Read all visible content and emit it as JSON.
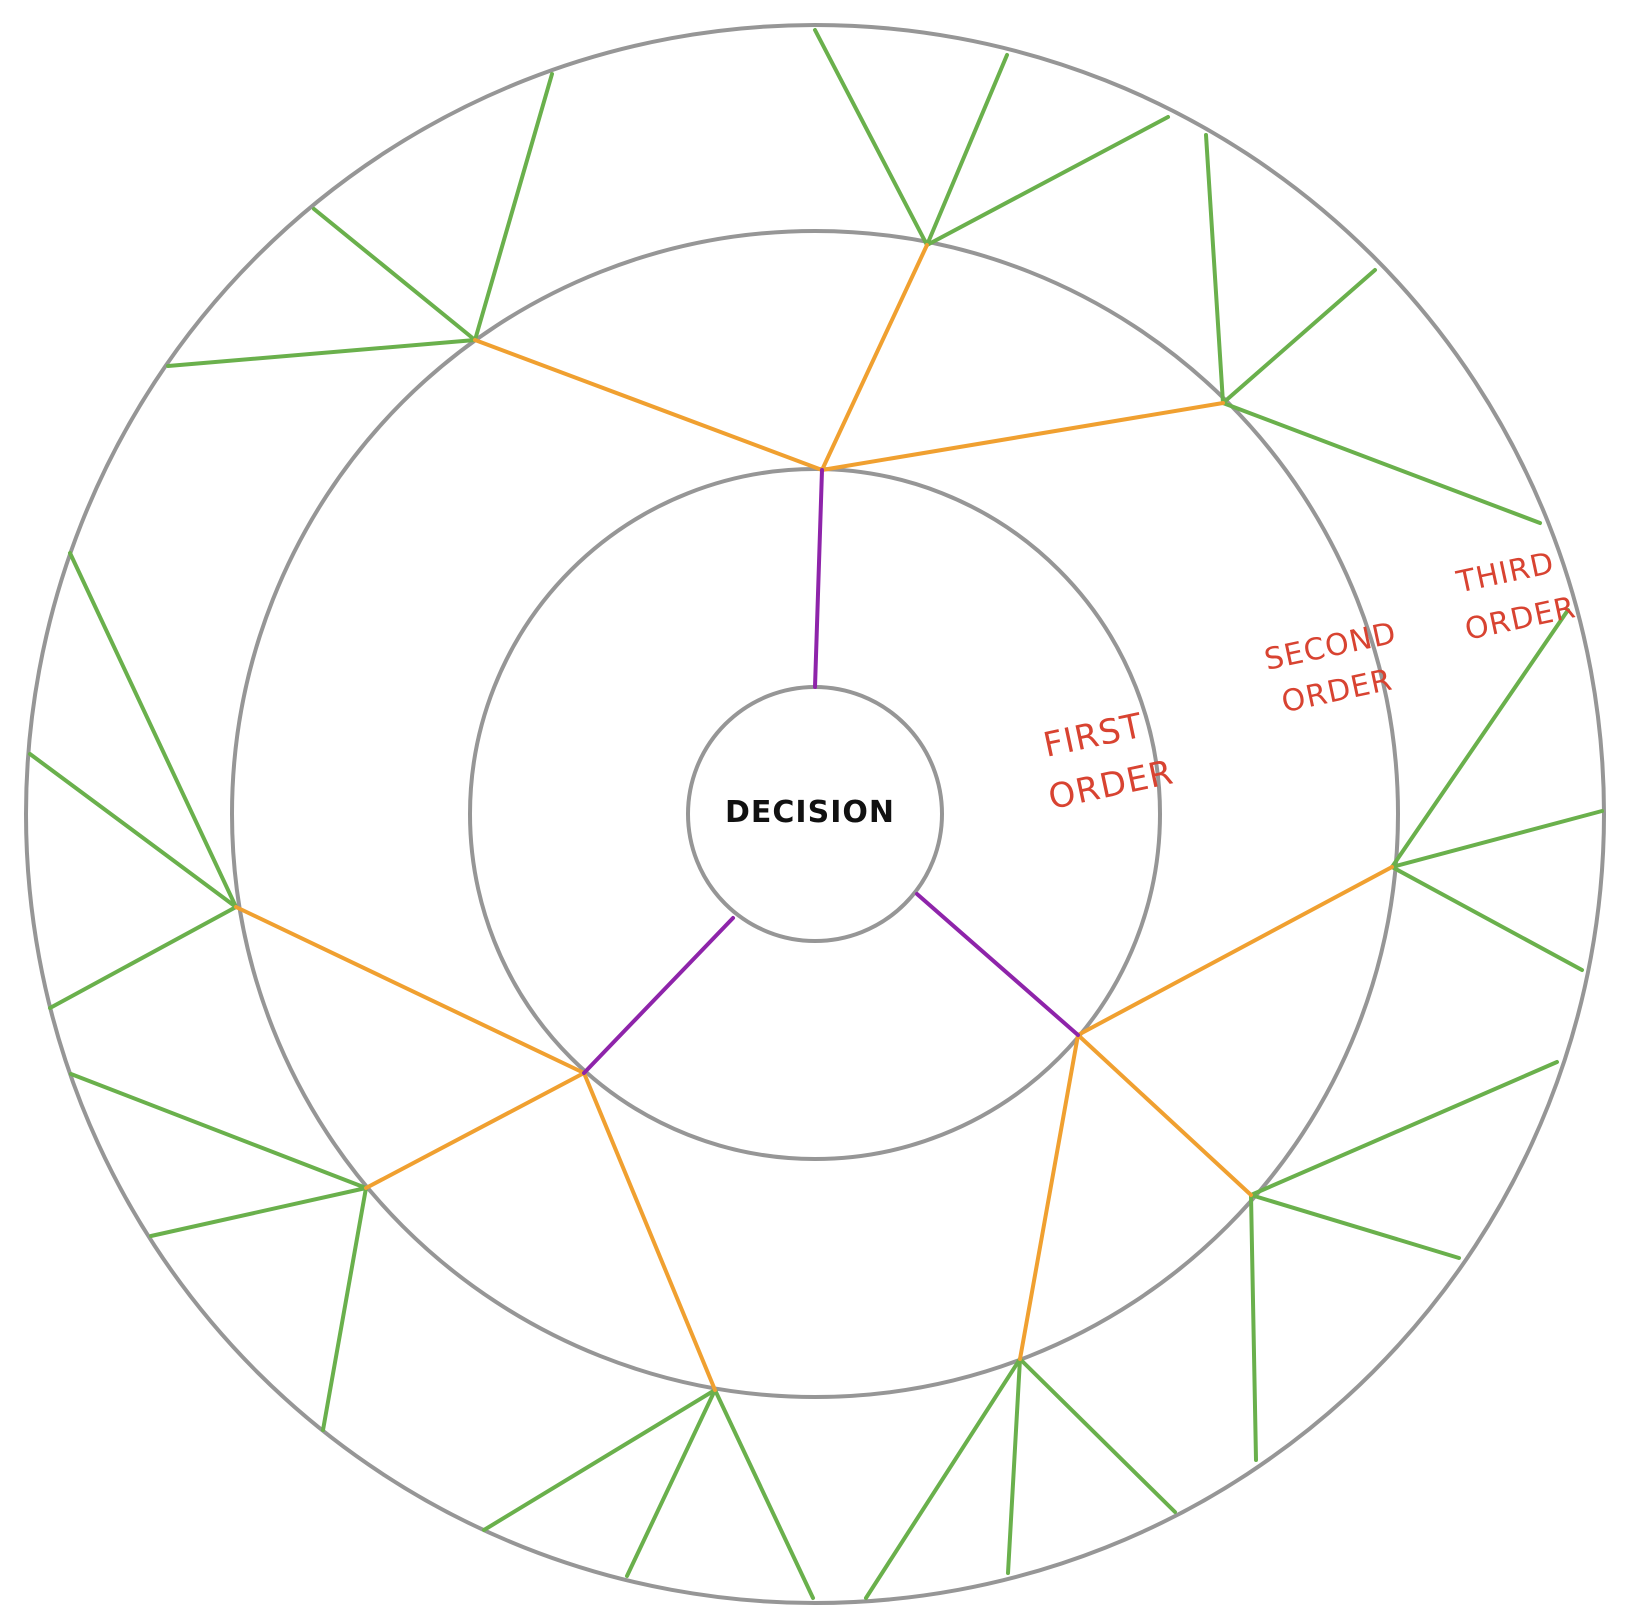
{
  "center_label": "DECISION",
  "ring_labels": {
    "first": [
      "FIRST",
      "ORDER"
    ],
    "second": [
      "SECOND",
      "ORDER"
    ],
    "third": [
      "THIRD",
      "ORDER"
    ]
  },
  "colors": {
    "ring": "#969696",
    "first_order_edge": "#8e24aa",
    "second_order_edge": "#f0a030",
    "third_order_edge": "#6ab04c",
    "label": "#d84331",
    "center_text": "#111111"
  },
  "structure": {
    "first_order_count": 3,
    "second_order_count": 9,
    "third_order_count": 27
  }
}
